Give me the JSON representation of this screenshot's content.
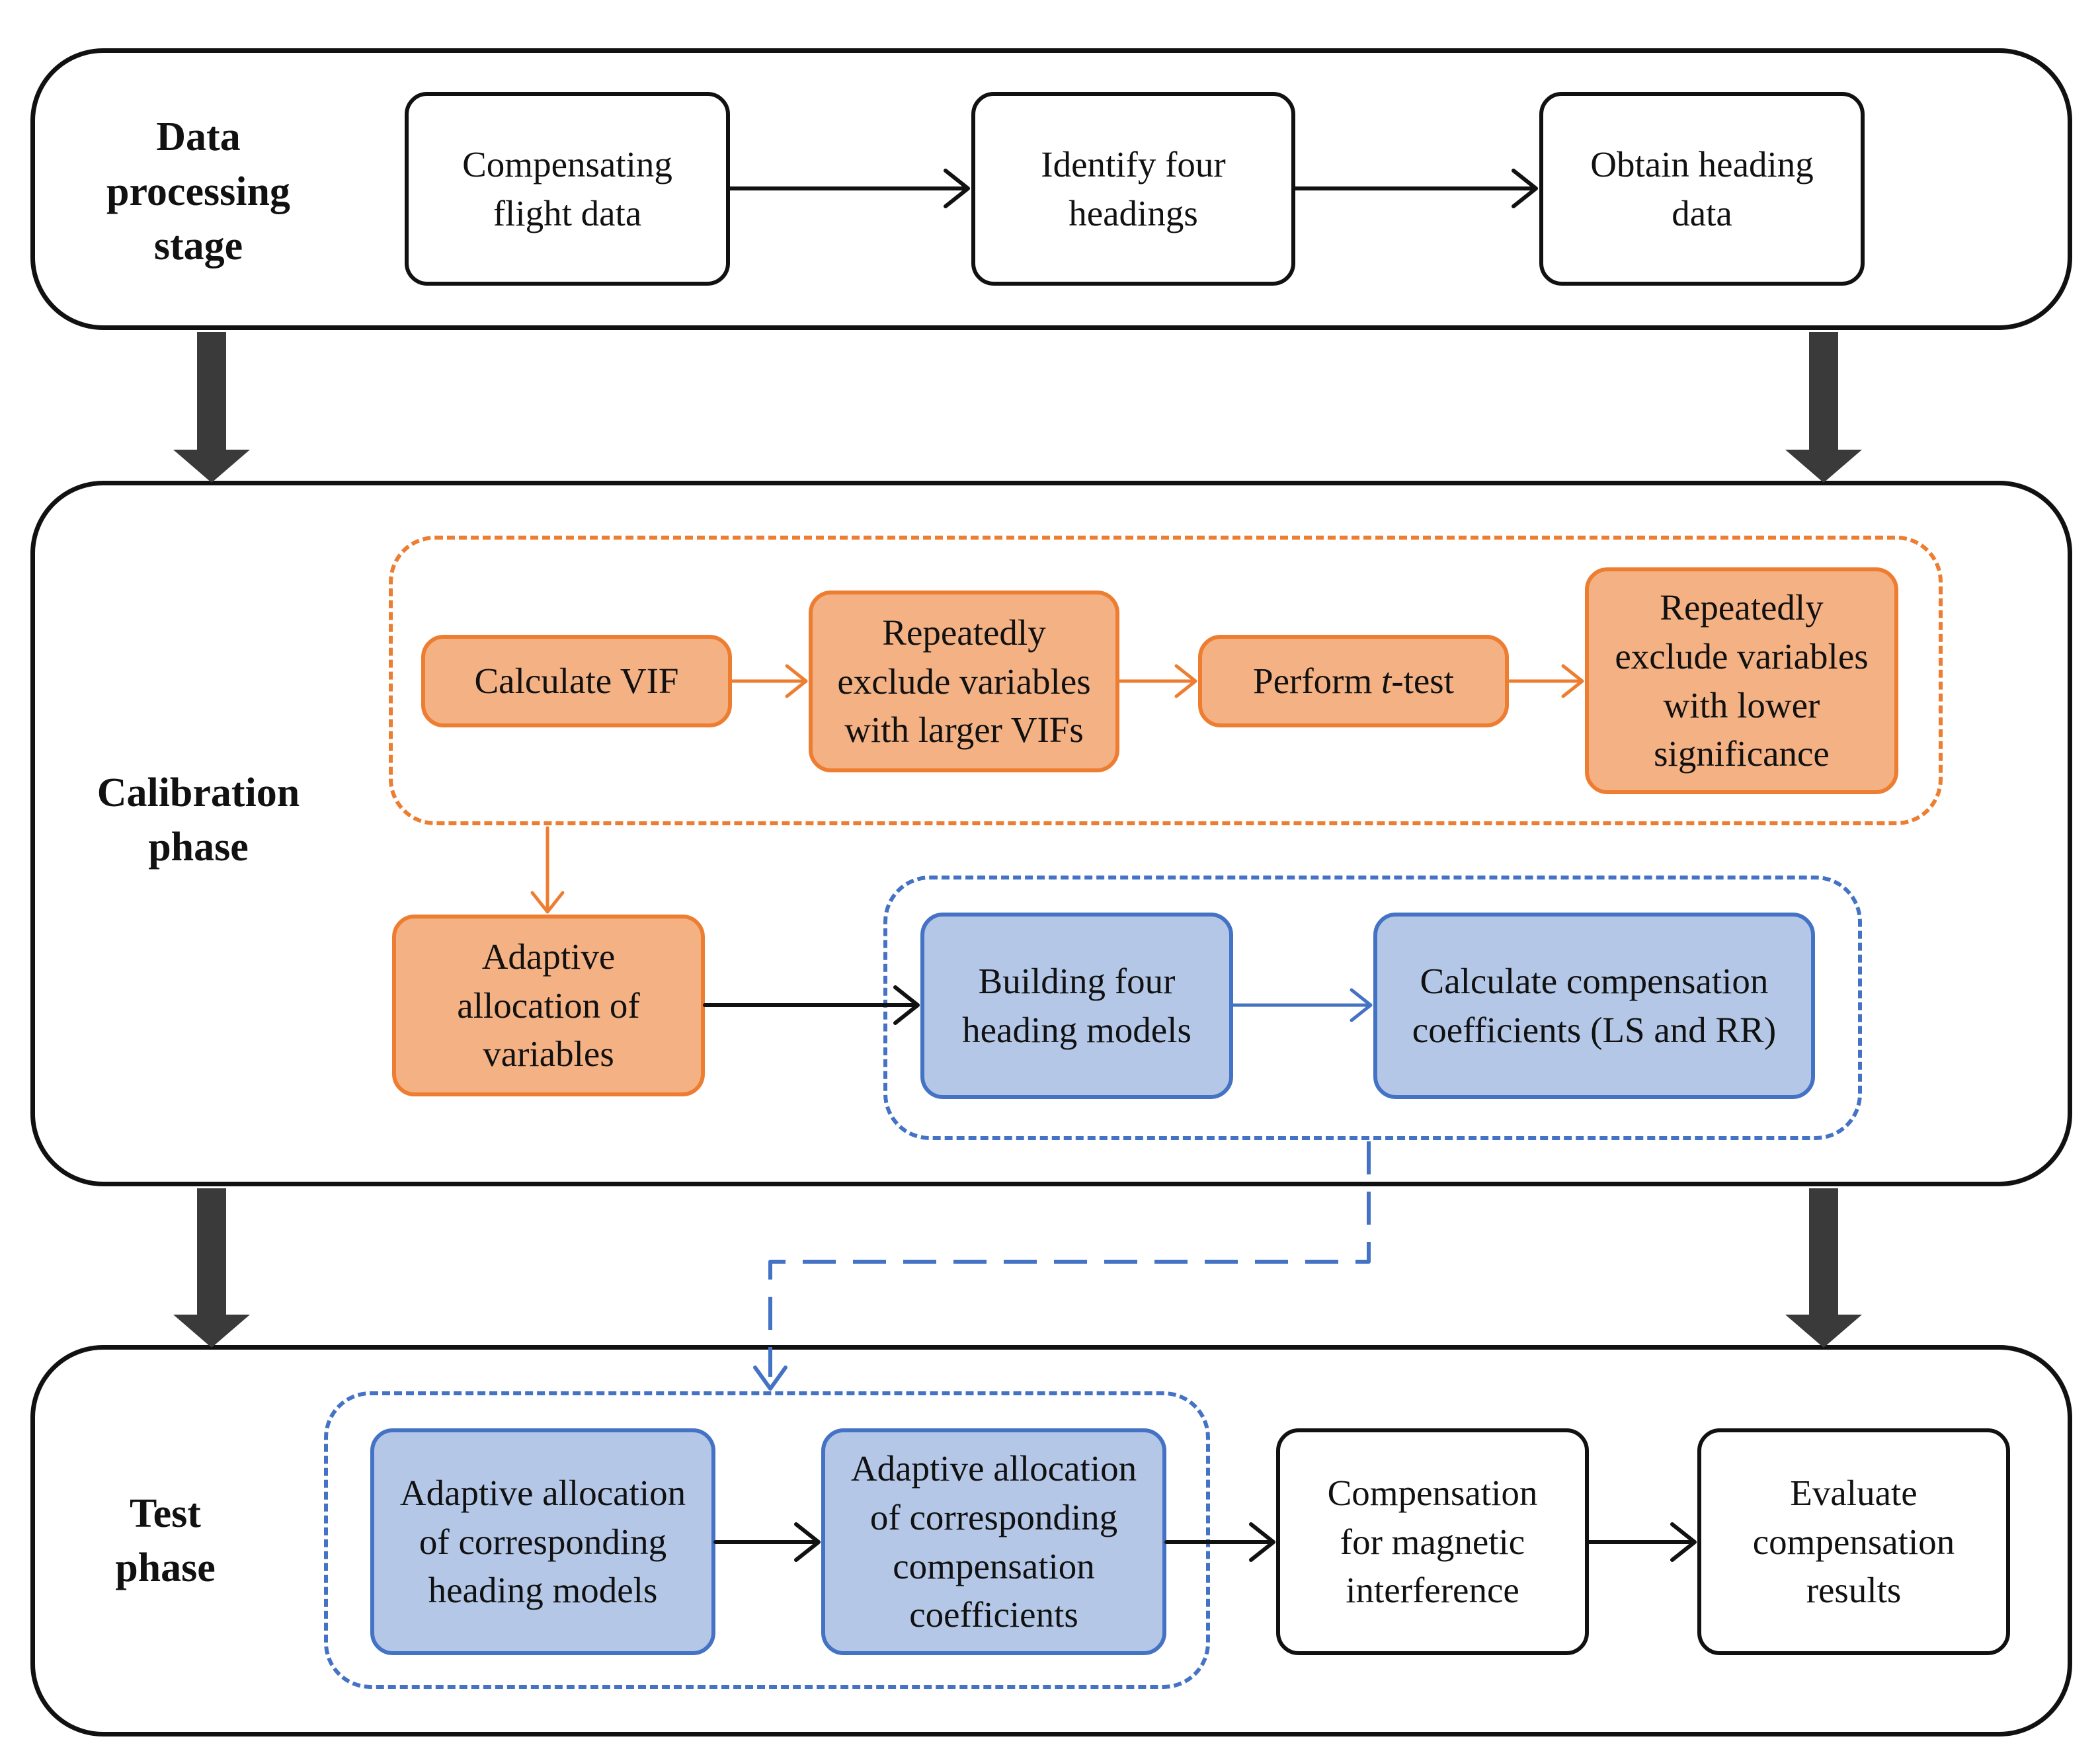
{
  "stages": {
    "data_processing": {
      "label": "Data\nprocessing\nstage"
    },
    "calibration": {
      "label": "Calibration\nphase"
    },
    "test": {
      "label": "Test\nphase"
    }
  },
  "data_processing_steps": {
    "compensating_flight_data": "Compensating\nflight data",
    "identify_four_headings": "Identify four\nheadings",
    "obtain_heading_data": "Obtain heading\ndata"
  },
  "calibration_steps": {
    "calculate_vif": "Calculate VIF",
    "exclude_larger_vifs": "Repeatedly\nexclude variables\nwith larger VIFs",
    "perform_t_test_prefix": "Perform ",
    "perform_t_test_italic": "t",
    "perform_t_test_suffix": "-test",
    "exclude_lower_significance": "Repeatedly\nexclude variables\nwith lower\nsignificance",
    "adaptive_allocation_variables": "Adaptive\nallocation of\nvariables",
    "building_four_heading_models": "Building four\nheading models",
    "calculate_compensation_coefficients": "Calculate compensation\ncoefficients (LS and RR)"
  },
  "test_steps": {
    "allocation_heading_models": "Adaptive allocation\nof corresponding\nheading models",
    "allocation_compensation_coefficients": "Adaptive allocation\nof corresponding\ncompensation\ncoefficients",
    "compensation_magnetic_interference": "Compensation\nfor magnetic\ninterference",
    "evaluate_compensation_results": "Evaluate\ncompensation\nresults"
  },
  "colors": {
    "orange_fill": "#f4b183",
    "orange_border": "#ed7d31",
    "blue_fill": "#b4c7e7",
    "blue_border": "#4472c4",
    "stage_border": "#111111",
    "phase_arrow": "#3a3a3a"
  }
}
